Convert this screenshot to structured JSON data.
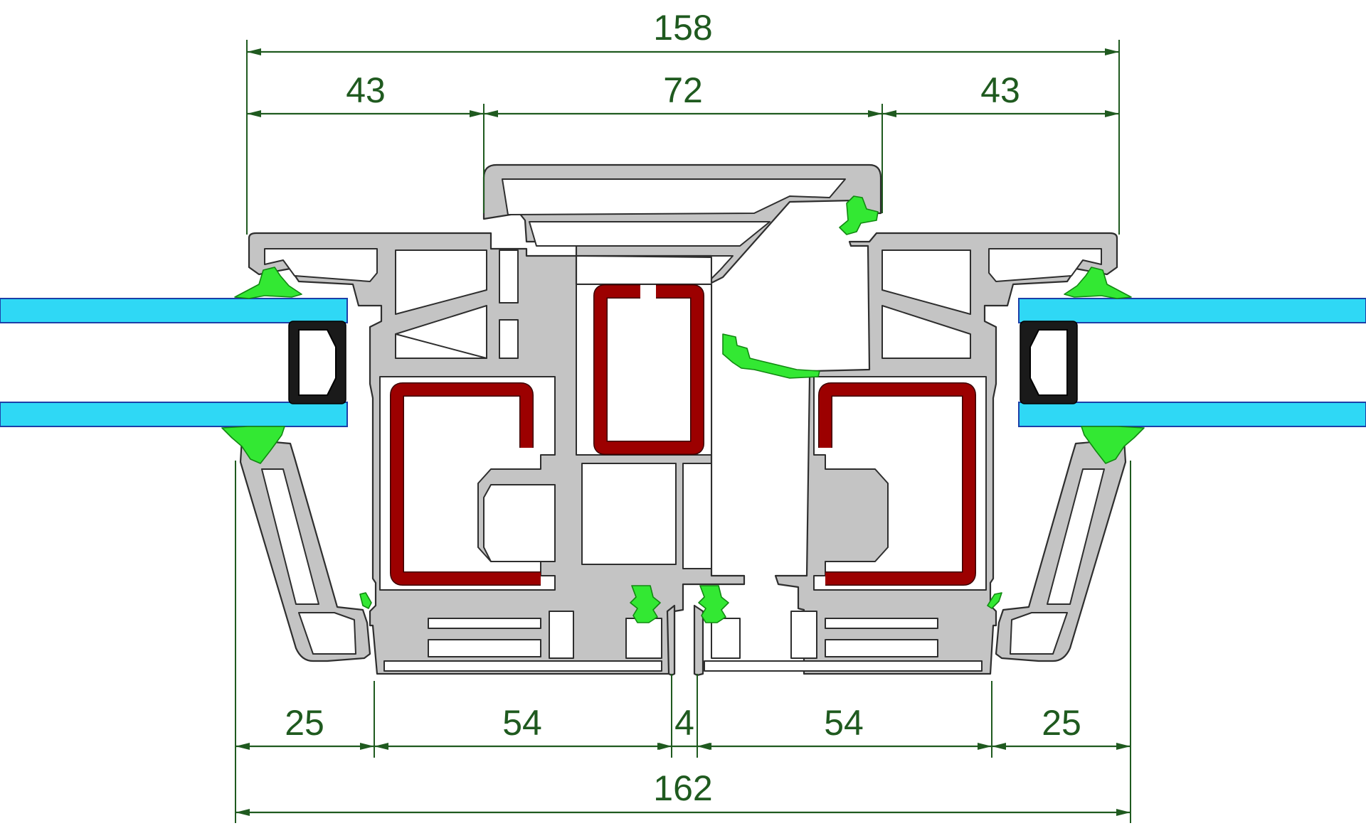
{
  "colors": {
    "dimension": "#1f5a1f",
    "profile": "#c4c4c4",
    "steel": "#9c0000",
    "glass": "#2fd8f5",
    "seal": "#33e833"
  },
  "dimensions": {
    "overall_top": "158",
    "top_left": "43",
    "top_center": "72",
    "top_right": "43",
    "bottom_left_bead": "25",
    "bottom_left_frame": "54",
    "bottom_gap": "4",
    "bottom_right_frame": "54",
    "bottom_right_bead": "25",
    "overall_bottom": "162"
  }
}
